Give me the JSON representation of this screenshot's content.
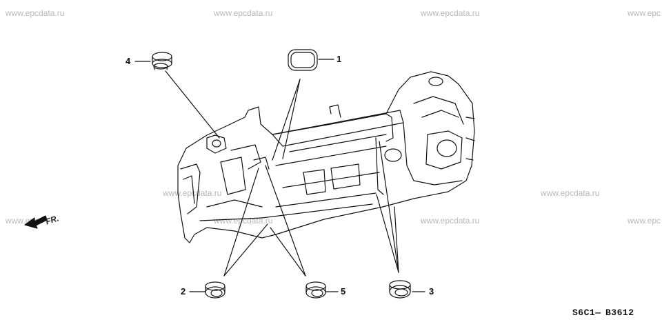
{
  "watermarks": [
    "www.epcdata.ru",
    "www.epcdata.ru",
    "www.epcdata.ru",
    "www.epc",
    "www.epcdata.ru",
    "www.epcdata.ru",
    "www.epc",
    "www.epcdata.ru",
    "www.epcdata.ru",
    "www.epc"
  ],
  "callouts": {
    "part_1": "1",
    "part_2": "2",
    "part_3": "3",
    "part_4": "4",
    "part_5": "5"
  },
  "direction_label": "FR.",
  "diagram_code_left": "S6C1—",
  "diagram_code_right": "B3612",
  "colors": {
    "line": "#111111",
    "watermark": "#b8b8b8",
    "background": "#ffffff"
  }
}
